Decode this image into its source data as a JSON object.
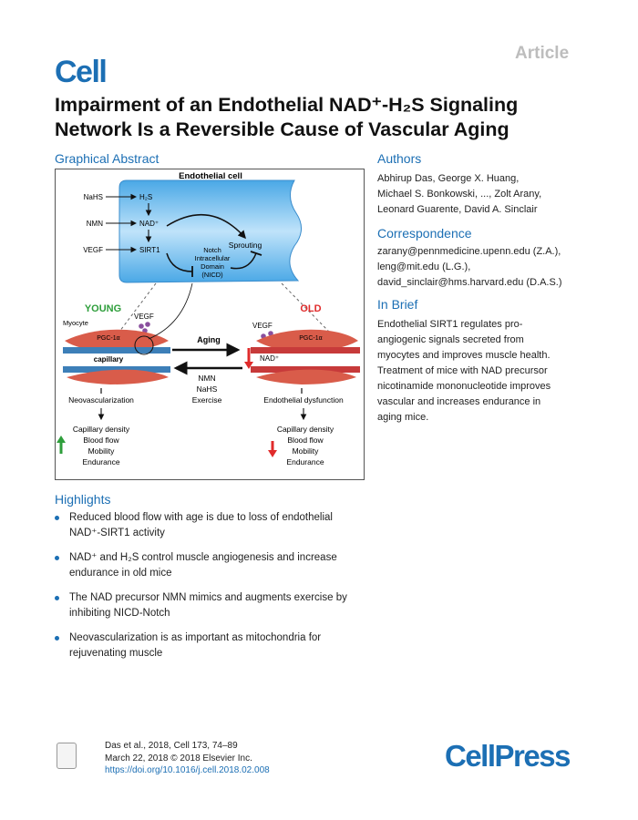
{
  "header": {
    "article_label": "Article",
    "journal_logo": "Cell"
  },
  "title": {
    "line1": "Impairment of an Endothelial NAD⁺-H₂S Signaling",
    "line2": "Network Is a Reversible Cause of Vascular Aging"
  },
  "graphical_abstract": {
    "heading": "Graphical Abstract",
    "cell_title": "Endothelial cell",
    "inputs": [
      "NaHS",
      "NMN",
      "VEGF"
    ],
    "pathway": [
      "H₂S",
      "NAD⁺",
      "SIRT1"
    ],
    "sprouting": "Sprouting",
    "notch": [
      "Notch",
      "Intracellular",
      "Domain",
      "(NICD)"
    ],
    "young_label": "YOUNG",
    "old_label": "OLD",
    "myocyte": "Myocyte",
    "capillary": "capillary",
    "vegf": "VEGF",
    "pgc": "PGC-1α",
    "nad_old": "NAD⁺",
    "aging": "Aging",
    "rescue": [
      "NMN",
      "NaHS",
      "Exercise"
    ],
    "young_outcome": "Neovascularization",
    "old_outcome": "Endothelial dysfunction",
    "measures": [
      "Capillary density",
      "Blood flow",
      "Mobility",
      "Endurance"
    ]
  },
  "authors": {
    "heading": "Authors",
    "lines": [
      "Abhirup Das, George X. Huang,",
      "Michael S. Bonkowski, ..., Zolt Arany,",
      "Leonard Guarente, David A. Sinclair"
    ]
  },
  "correspondence": {
    "heading": "Correspondence",
    "lines": [
      "zarany@pennmedicine.upenn.edu (Z.A.),",
      "leng@mit.edu (L.G.),",
      "david_sinclair@hms.harvard.edu (D.A.S.)"
    ]
  },
  "in_brief": {
    "heading": "In Brief",
    "lines": [
      "Endothelial SIRT1 regulates pro-",
      "angiogenic signals secreted from",
      "myocytes and improves muscle health.",
      "Treatment of mice with NAD precursor",
      "nicotinamide mononucleotide improves",
      "vascular and increases endurance in",
      "aging mice."
    ]
  },
  "highlights": {
    "heading": "Highlights",
    "items": [
      {
        "l1": "Reduced blood flow with age is due to loss of endothelial",
        "l2": "NAD⁺-SIRT1 activity"
      },
      {
        "l1": "NAD⁺ and H₂S control muscle angiogenesis and increase",
        "l2": "endurance in old mice"
      },
      {
        "l1": "The NAD precursor NMN mimics and augments exercise by",
        "l2": "inhibiting NICD-Notch"
      },
      {
        "l1": "Neovascularization is as important as mitochondria for",
        "l2": "rejuvenating muscle"
      }
    ]
  },
  "footer": {
    "citation": "Das et al., 2018, Cell 173, 74–89",
    "date": "March 22, 2018 © 2018 Elsevier Inc.",
    "doi": "https://doi.org/10.1016/j.cell.2018.02.008",
    "publisher_logo": "CellPress"
  },
  "colors": {
    "brand_blue": "#1c6fb4",
    "young_green": "#2e9e3b",
    "old_red": "#e02b2b"
  }
}
